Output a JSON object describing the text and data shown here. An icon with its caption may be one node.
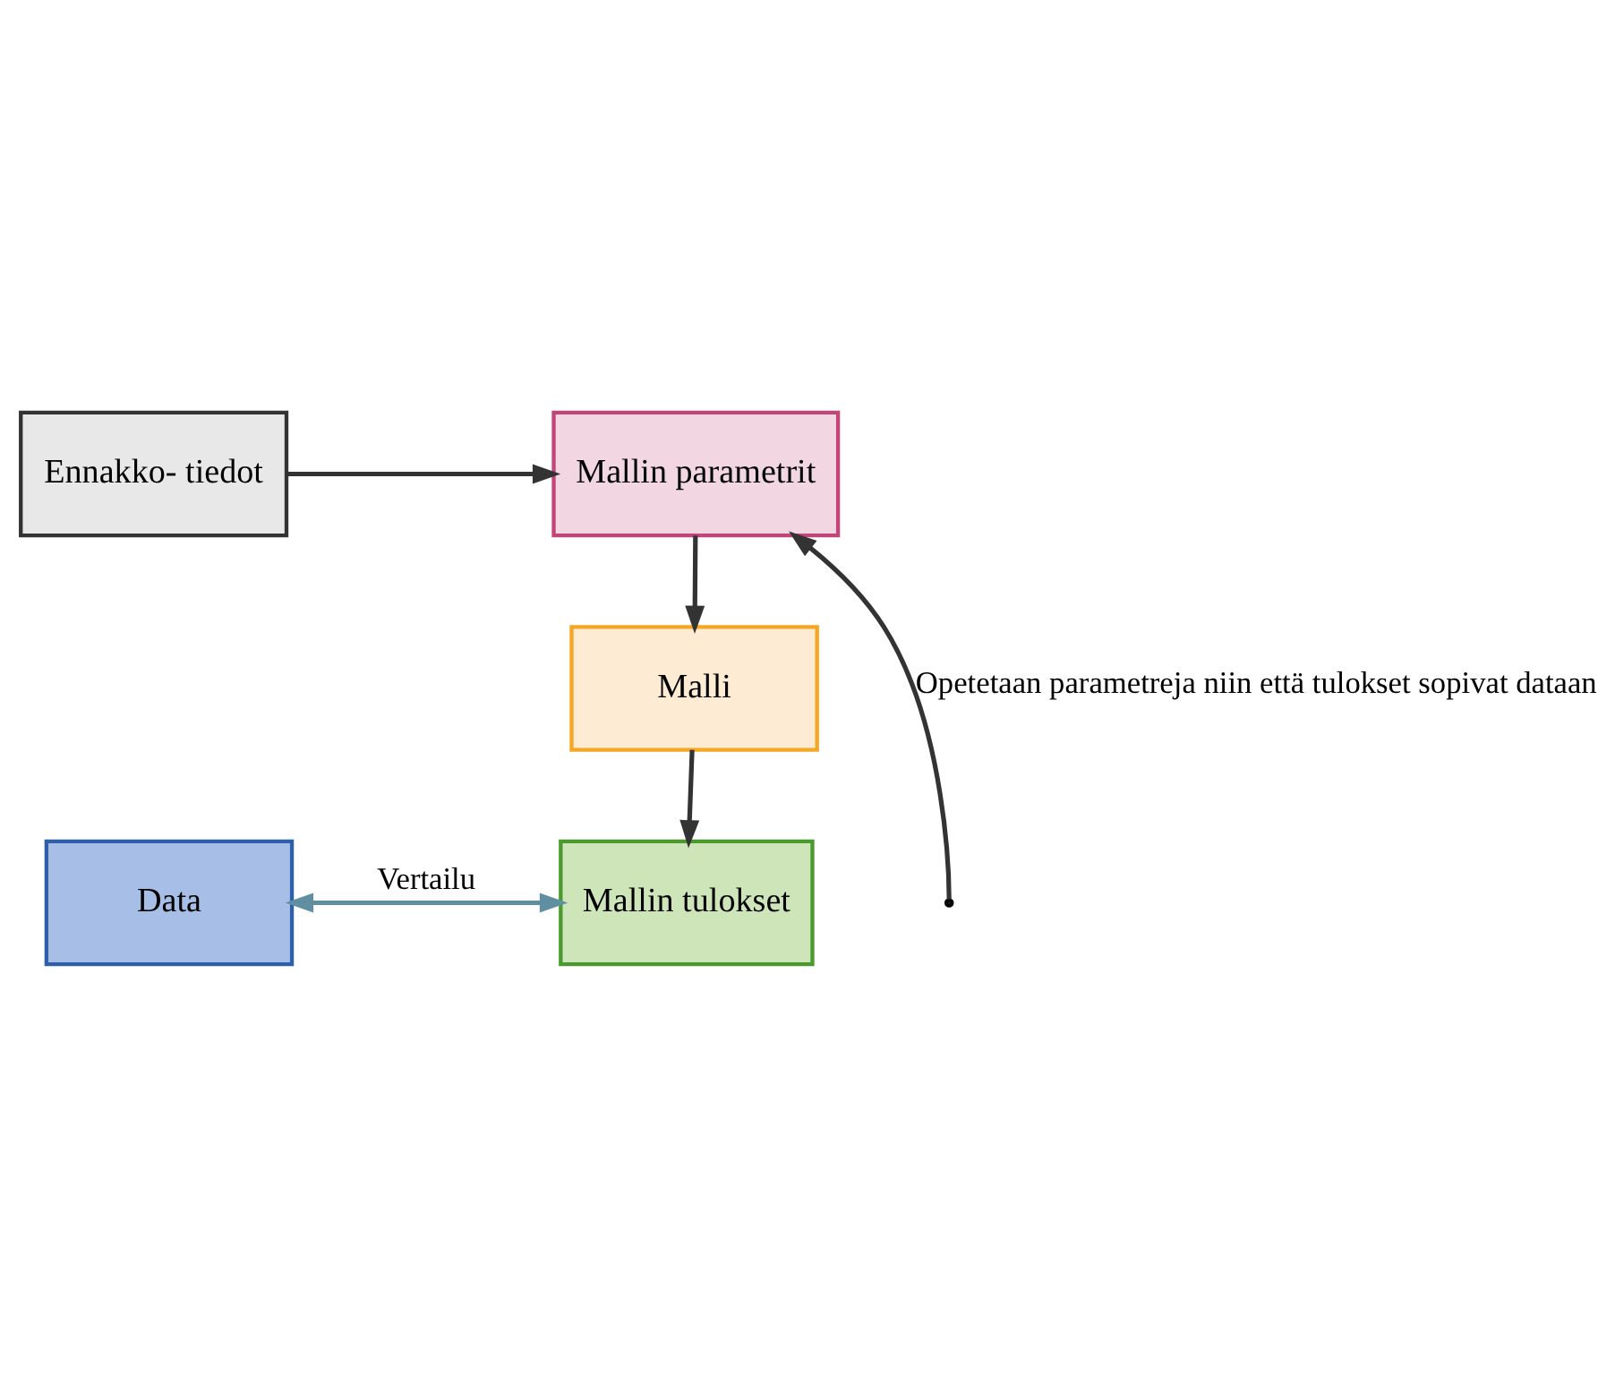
{
  "diagram": {
    "nodes": [
      {
        "text": [
          "Ennakko- tiedot"
        ]
      },
      {
        "text": [
          "Mallin parametrit"
        ]
      },
      {
        "text": [
          "Malli"
        ]
      },
      {
        "text": [
          "Data"
        ]
      },
      {
        "text": [
          "Mallin tulokset"
        ]
      }
    ],
    "edges": [
      {
        "from": 0,
        "to": 1,
        "arrow": "to"
      },
      {
        "from": 1,
        "to": 2,
        "arrow": "to"
      },
      {
        "from": 2,
        "to": 4,
        "arrow": "to"
      },
      {
        "from": 3,
        "to": 4,
        "arrow": "both",
        "label": "Vertailu",
        "color": "#5f8fa0"
      },
      {
        "from": null,
        "to": 1,
        "arrow": "to",
        "label": "Opetetaan parametreja niin että tulokset sopivat dataan"
      }
    ]
  }
}
